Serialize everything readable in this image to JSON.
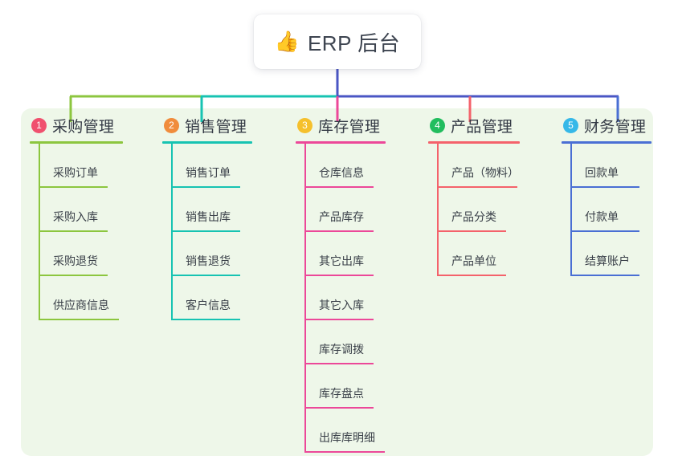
{
  "diagram": {
    "type": "org-tree-mindmap",
    "root": {
      "icon": "thumbs-up-icon",
      "emoji": "👍",
      "label": "ERP 后台"
    },
    "panel_color": "#eef7e9",
    "branches": [
      {
        "number": "1",
        "title": "采购管理",
        "badge_color": "#f0506e",
        "line_color": "#8cc63f",
        "items": [
          "采购订单",
          "采购入库",
          "采购退货",
          "供应商信息"
        ]
      },
      {
        "number": "2",
        "title": "销售管理",
        "badge_color": "#f08c3c",
        "line_color": "#17c3b2",
        "items": [
          "销售订单",
          "销售出库",
          "销售退货",
          "客户信息"
        ]
      },
      {
        "number": "3",
        "title": "库存管理",
        "badge_color": "#f5c02c",
        "line_color": "#ec4899",
        "items": [
          "仓库信息",
          "产品库存",
          "其它出库",
          "其它入库",
          "库存调拨",
          "库存盘点",
          "出库库明细"
        ]
      },
      {
        "number": "4",
        "title": "产品管理",
        "badge_color": "#22bd5e",
        "line_color": "#f4626b",
        "items": [
          "产品（物料）",
          "产品分类",
          "产品单位"
        ]
      },
      {
        "number": "5",
        "title": "财务管理",
        "badge_color": "#35b8e8",
        "line_color": "#4a6fd4",
        "items": [
          "回款单",
          "付款单",
          "结算账户"
        ]
      }
    ],
    "connectors": {
      "root_stem_color": "#4a56c4",
      "bar_segment_1_color": "#8cc63f",
      "bar_segment_2_color": "#17c3b2",
      "bar_segment_3_color": "#4a56c4"
    }
  }
}
